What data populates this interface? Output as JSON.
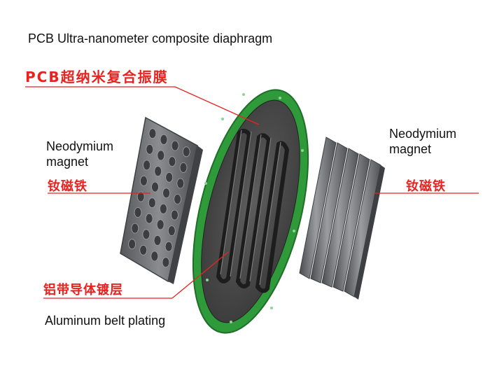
{
  "title": "PCB  Ultra-nanometer  composite diaphragm",
  "labels": {
    "pcb_cn": "PCB超纳米复合振膜",
    "magnet_left_en": "Neodymium magnet",
    "magnet_left_cn": "钕磁铁",
    "magnet_right_en": "Neodymium magnet",
    "magnet_right_cn": "钕磁铁",
    "belt_cn": "铝带导体镀层",
    "belt_en": "Aluminum belt plating"
  },
  "colors": {
    "leader_line": "#e8231f",
    "callout_text_cn": "#e8231f",
    "diaphragm_frame": "#2f9a3a",
    "magnet": "#6d6f72",
    "membrane": "#4a4a4a"
  }
}
